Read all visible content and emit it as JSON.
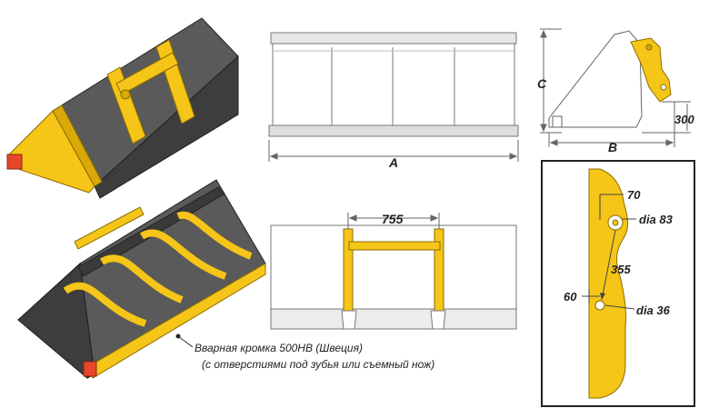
{
  "dimensions": {
    "a": "A",
    "b": "B",
    "c": "C",
    "height_300": "300",
    "width_755": "755",
    "offset_70": "70",
    "diameter_83": "dia 83",
    "distance_355": "355",
    "offset_60": "60",
    "diameter_36": "dia 36"
  },
  "caption": {
    "line1": "Вварная кромка 500HB (Швеция)",
    "line2": "(с отверстиями под зубья или съемный нож)"
  },
  "colors": {
    "yellow": "#f5c518",
    "steel": "#4a4a4a",
    "steel_light": "#6b6b6b",
    "red": "#e8452a",
    "line": "#555555"
  }
}
